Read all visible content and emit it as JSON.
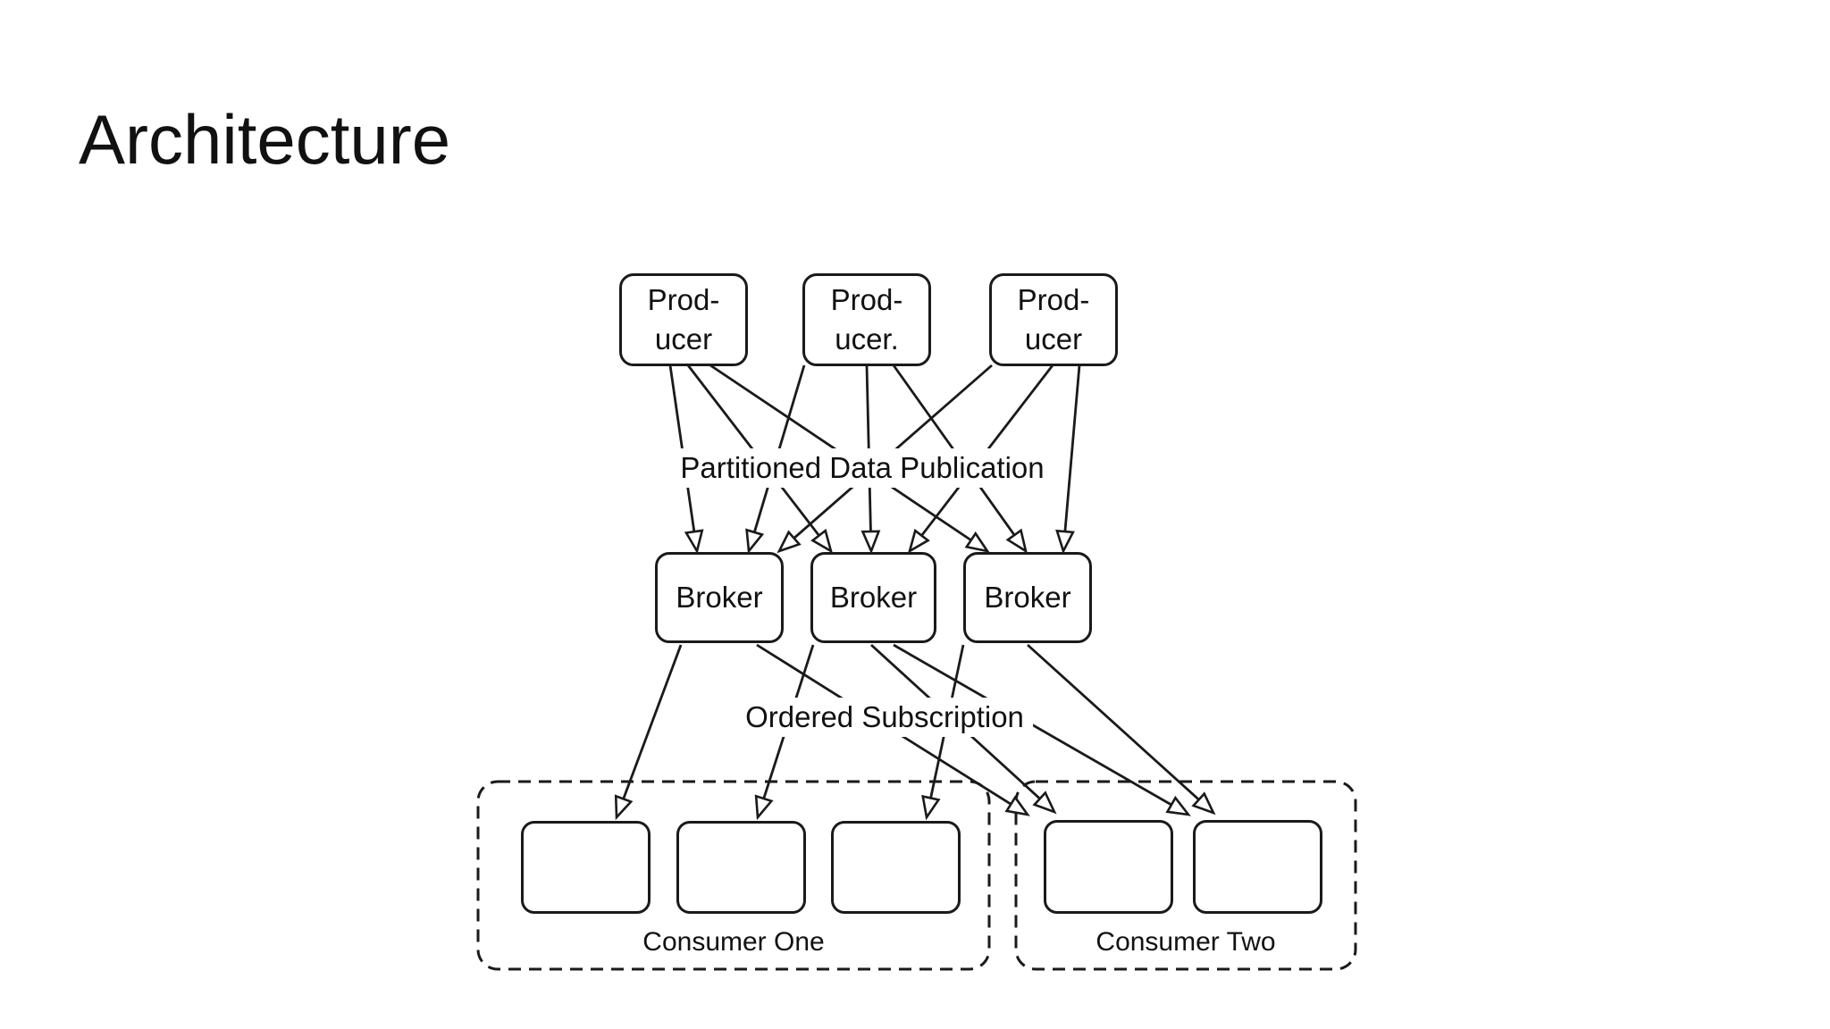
{
  "slide": {
    "title": "Architecture"
  },
  "colors": {
    "ink": "#1a1a1a",
    "background": "#ffffff"
  },
  "diagram": {
    "publication_label": "Partitioned Data Publication",
    "subscription_label": "Ordered Subscription",
    "producers": [
      {
        "id": "producer-1",
        "line1": "Prod-",
        "line2": "ucer"
      },
      {
        "id": "producer-2",
        "line1": "Prod-",
        "line2": "ucer."
      },
      {
        "id": "producer-3",
        "line1": "Prod-",
        "line2": "ucer"
      }
    ],
    "brokers": [
      {
        "id": "broker-1",
        "label": "Broker"
      },
      {
        "id": "broker-2",
        "label": "Broker"
      },
      {
        "id": "broker-3",
        "label": "Broker"
      }
    ],
    "consumer_groups": [
      {
        "id": "consumer-one",
        "label": "Consumer One",
        "instances": 3
      },
      {
        "id": "consumer-two",
        "label": "Consumer Two",
        "instances": 2
      }
    ],
    "edges": [
      {
        "from": "producer-1",
        "to": "broker-1"
      },
      {
        "from": "producer-1",
        "to": "broker-2"
      },
      {
        "from": "producer-1",
        "to": "broker-3"
      },
      {
        "from": "producer-2",
        "to": "broker-1"
      },
      {
        "from": "producer-2",
        "to": "broker-2"
      },
      {
        "from": "producer-2",
        "to": "broker-3"
      },
      {
        "from": "producer-3",
        "to": "broker-1"
      },
      {
        "from": "producer-3",
        "to": "broker-2"
      },
      {
        "from": "producer-3",
        "to": "broker-3"
      },
      {
        "from": "broker-1",
        "to": "consumer-one-1"
      },
      {
        "from": "broker-2",
        "to": "consumer-one-2"
      },
      {
        "from": "broker-3",
        "to": "consumer-one-3"
      },
      {
        "from": "broker-1",
        "to": "consumer-two-1"
      },
      {
        "from": "broker-2",
        "to": "consumer-two-1"
      },
      {
        "from": "broker-2",
        "to": "consumer-two-2"
      },
      {
        "from": "broker-3",
        "to": "consumer-two-2"
      }
    ]
  }
}
